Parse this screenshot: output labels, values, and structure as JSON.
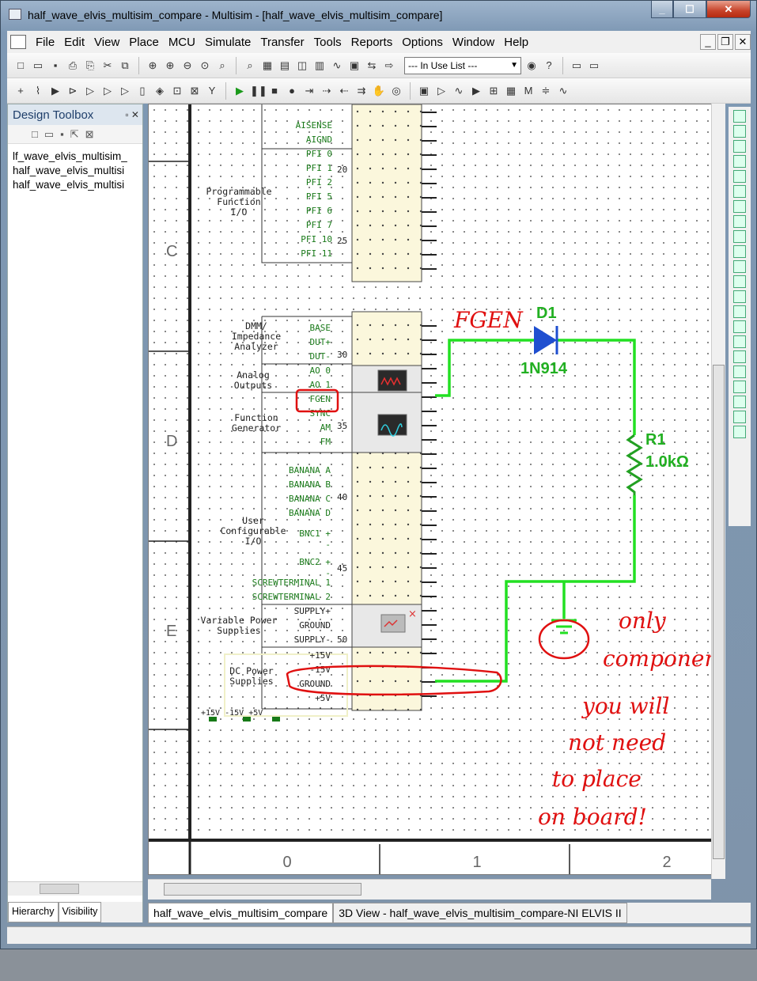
{
  "window": {
    "title": "half_wave_elvis_multisim_compare - Multisim - [half_wave_elvis_multisim_compare]"
  },
  "menu": [
    "File",
    "Edit",
    "View",
    "Place",
    "MCU",
    "Simulate",
    "Transfer",
    "Tools",
    "Reports",
    "Options",
    "Window",
    "Help"
  ],
  "toolbar": {
    "in_use_list": "--- In Use List ---",
    "help": "?"
  },
  "toolbox": {
    "title": "Design Toolbox",
    "files": [
      "lf_wave_elvis_multisim_",
      "half_wave_elvis_multisi",
      "half_wave_elvis_multisi"
    ],
    "tabs": [
      "Hierarchy",
      "Visibility"
    ]
  },
  "schematic": {
    "zone_letters": [
      "C",
      "D",
      "E"
    ],
    "column_numbers": [
      "0",
      "1",
      "2"
    ],
    "pin_numbers": [
      "20",
      "25",
      "30",
      "35",
      "40",
      "45",
      "50"
    ],
    "groups": [
      {
        "label": [
          "Programmable",
          "Function",
          "I/O"
        ]
      },
      {
        "label": [
          "DMM/",
          "Impedance",
          "Analyzer"
        ]
      },
      {
        "label": [
          "Analog",
          "Outputs"
        ]
      },
      {
        "label": [
          "Function",
          "Generator"
        ]
      },
      {
        "label": [
          "User",
          "Configurable",
          "I/O"
        ]
      },
      {
        "label": [
          "Variable Power",
          "Supplies"
        ]
      },
      {
        "label": [
          "DC Power",
          "Supplies"
        ]
      }
    ],
    "signals_top": [
      "AISENSE",
      "AIGND",
      "PFI 0",
      "PFI 1",
      "PFI 2",
      "PFI 5",
      "PFI 6",
      "PFI 7",
      "PFI 10",
      "PFI 11"
    ],
    "signals_mid": [
      "BASE",
      "DUT+",
      "DUT-",
      "AO 0",
      "AO 1",
      "FGEN",
      "SYNC",
      "AM",
      "FM",
      "BANANA A",
      "BANANA B",
      "BANANA C",
      "BANANA D",
      "BNC1 +",
      "-",
      "BNC2 +",
      "-",
      "SCREWTERMINAL 1",
      "SCREWTERMINAL 2"
    ],
    "signals_supply": [
      "SUPPLY+",
      "GROUND",
      "SUPPLY-"
    ],
    "signals_dc": [
      "+15V",
      "-15V",
      "GROUND",
      "+5V"
    ],
    "dc_indicators": "+15V  -15V  +5V",
    "diode": {
      "ref": "D1",
      "value": "1N914"
    },
    "resistor": {
      "ref": "R1",
      "value": "1.0kΩ"
    },
    "annotations": {
      "fgen": "FGEN",
      "note": [
        "only",
        "component",
        "you will",
        "not need",
        "to place",
        "on board!"
      ]
    }
  },
  "doc_tabs": [
    "half_wave_elvis_multisim_compare",
    "3D View - half_wave_elvis_multisim_compare-NI ELVIS II"
  ],
  "colors": {
    "wire": "#22e022",
    "annotation": "#e01010",
    "component": "#1f4fd0",
    "label_green": "#1a7a1a"
  }
}
